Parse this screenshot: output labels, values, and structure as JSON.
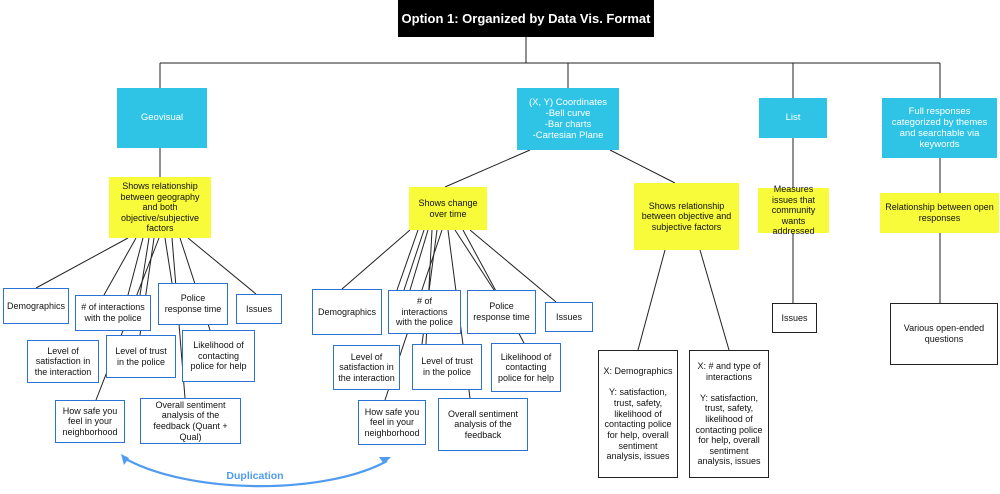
{
  "title": "Option 1: Organized by Data Vis. Format",
  "categories": {
    "geovisual": "Geovisual",
    "coordinates": "(X, Y) Coordinates\n-Bell curve\n-Bar charts\n-Cartesian Plane",
    "list": "List",
    "full_responses": "Full responses categorized by themes and searchable via keywords"
  },
  "relationships": {
    "geo": "Shows relationship between geography and both objective/subjective factors",
    "change_over_time": "Shows change over time",
    "obj_subj": "Shows relationship between objective and subjective factors",
    "measures_issues": "Measures issues that community wants addressed",
    "open_responses": "Relationship between open responses"
  },
  "geo_items": {
    "demographics": "Demographics",
    "interactions": "# of interactions with the police",
    "response_time": "Police response time",
    "issues": "Issues",
    "satisfaction": "Level of satisfaction in the interaction",
    "trust": "Level of trust in the police",
    "likelihood": "Likelihood of contacting police for help",
    "safe": "How safe you feel in your neighborhood",
    "sentiment": "Overall sentiment analysis of the feedback (Quant + Qual)"
  },
  "time_items": {
    "demographics": "Demographics",
    "interactions": "# of interactions with the police",
    "response_time": "Police response time",
    "issues": "Issues",
    "satisfaction": "Level of satisfaction in the interaction",
    "trust": "Level of trust in the police",
    "likelihood": "Likelihood of contacting police for help",
    "safe": "How safe you feel in your neighborhood",
    "sentiment": "Overall sentiment analysis of the feedback"
  },
  "xy_boxes": {
    "demographics": "X: Demographics\n\nY: satisfaction, trust, safety, likelihood of contacting police for help, overall sentiment analysis, issues",
    "interactions": "X: # and type of interactions\n\nY: satisfaction, trust, safety, likelihood of contacting police for help, overall sentiment analysis, issues"
  },
  "list_issues": "Issues",
  "open_questions": "Various open-ended questions",
  "duplication_label": "Duplication",
  "colors": {
    "category": "#2fc4e6",
    "relationship": "#f7fb3a",
    "item_border": "#2a72d6",
    "duplication": "#4f9bf0",
    "title_bg": "#000000"
  }
}
